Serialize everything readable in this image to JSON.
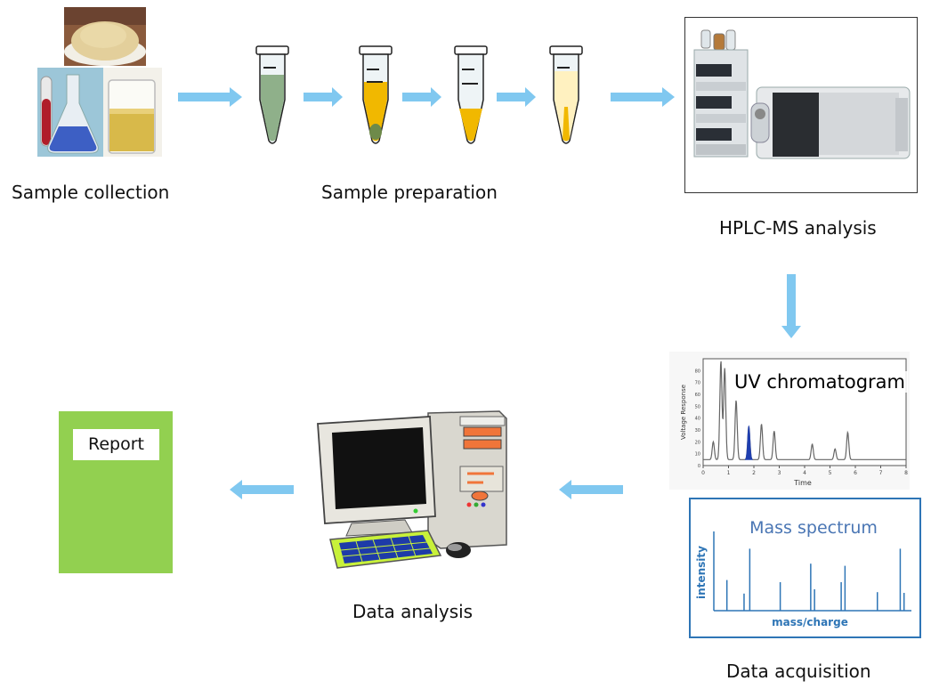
{
  "steps": {
    "sample_collection": "Sample collection",
    "sample_preparation": "Sample preparation",
    "hplc_ms_analysis": "HPLC-MS analysis",
    "data_acquisition": "Data acquisition",
    "data_analysis": "Data analysis"
  },
  "report": {
    "title": "Report"
  },
  "uv_chart": {
    "title": "UV chromatogram",
    "xlabel": "Time",
    "ylabel": "Voltage Response",
    "x_ticks": [
      "0",
      "1",
      "2",
      "3",
      "4",
      "5",
      "6",
      "7",
      "8"
    ],
    "y_ticks": [
      "0",
      "10",
      "20",
      "30",
      "40",
      "50",
      "60",
      "70",
      "80"
    ]
  },
  "mass_chart": {
    "title": "Mass spectrum",
    "xlabel": "mass/charge",
    "ylabel": "intensity"
  },
  "chart_data": [
    {
      "type": "line",
      "title": "UV chromatogram",
      "xlabel": "Time",
      "ylabel": "Voltage Response",
      "xlim": [
        0,
        8
      ],
      "ylim": [
        0,
        90
      ],
      "peaks": [
        {
          "x": 0.4,
          "y": 20
        },
        {
          "x": 0.7,
          "y": 88
        },
        {
          "x": 0.85,
          "y": 82
        },
        {
          "x": 1.3,
          "y": 55
        },
        {
          "x": 1.8,
          "y": 33,
          "highlight": true
        },
        {
          "x": 2.3,
          "y": 35
        },
        {
          "x": 2.8,
          "y": 29
        },
        {
          "x": 4.3,
          "y": 18
        },
        {
          "x": 5.2,
          "y": 14
        },
        {
          "x": 5.7,
          "y": 28
        }
      ]
    },
    {
      "type": "bar",
      "title": "Mass spectrum",
      "xlabel": "mass/charge",
      "ylabel": "intensity",
      "values": [
        {
          "x": 0.05,
          "y": 0.43
        },
        {
          "x": 0.14,
          "y": 0.24
        },
        {
          "x": 0.17,
          "y": 0.87
        },
        {
          "x": 0.33,
          "y": 0.4
        },
        {
          "x": 0.49,
          "y": 0.66
        },
        {
          "x": 0.51,
          "y": 0.3
        },
        {
          "x": 0.65,
          "y": 0.4
        },
        {
          "x": 0.67,
          "y": 0.63
        },
        {
          "x": 0.84,
          "y": 0.26
        },
        {
          "x": 0.96,
          "y": 0.87
        },
        {
          "x": 0.98,
          "y": 0.25
        }
      ]
    }
  ],
  "colors": {
    "arrow": "#80c8f0",
    "report_bg": "#92d050",
    "mass_border": "#2e75b6",
    "mass_title": "#4a76b4",
    "mass_axis_label": "#2e75b6",
    "tube_green": "#8fb08a",
    "tube_yellow": "#f1b800",
    "tube_pale": "#fff1c0",
    "pellet": "#6e8a4a"
  }
}
